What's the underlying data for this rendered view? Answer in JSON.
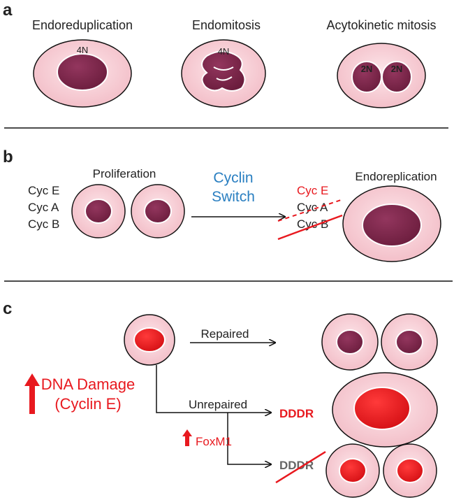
{
  "colors": {
    "cytoplasm": "#f4c4cc",
    "cytoplasm_inner": "#fbe1e6",
    "nucleus": "#7a2447",
    "nucleus_highlight": "#a8557a",
    "red_nucleus": "#e8191f",
    "red_text": "#e8191f",
    "blue_text": "#2a7fc1",
    "grey_text": "#666666",
    "line": "#111111"
  },
  "panel_a": {
    "letter": "a",
    "cells": [
      {
        "title": "Endoreduplication",
        "ploidy": "4N"
      },
      {
        "title": "Endomitosis",
        "ploidy": "4N"
      },
      {
        "title": "Acytokinetic mitosis",
        "ploidy_left": "2N",
        "ploidy_right": "2N"
      }
    ]
  },
  "panel_b": {
    "letter": "b",
    "proliferation_label": "Proliferation",
    "cyclins": [
      "Cyc E",
      "Cyc A",
      "Cyc B"
    ],
    "switch_line1": "Cyclin",
    "switch_line2": "Switch",
    "endoreplication_label": "Endoreplication",
    "after_cyclins": [
      "Cyc E",
      "Cyc A",
      "Cyc B"
    ]
  },
  "panel_c": {
    "letter": "c",
    "repaired_label": "Repaired",
    "unrepaired_label": "Unrepaired",
    "damage_line1": "DNA Damage",
    "damage_line2": "(Cyclin E)",
    "foxm1_label": "FoxM1",
    "dddr_active": "DDDR",
    "dddr_inactive": "DDDR"
  }
}
